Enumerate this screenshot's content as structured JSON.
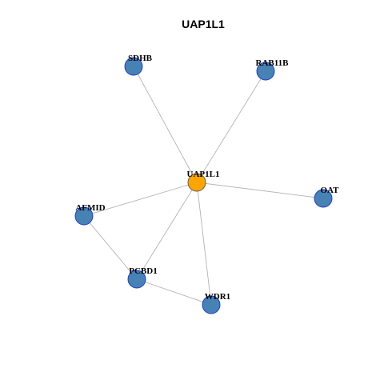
{
  "title": "UAP1L1",
  "colors": {
    "hub_fill": "#FFA500",
    "node_fill": "#4682B4",
    "node_stroke_hub": "#555555",
    "node_stroke": "#1a33cc",
    "edge": "#b3b3b3",
    "background": "#ffffff"
  },
  "nodes": [
    {
      "id": "UAP1L1",
      "label": "UAP1L1",
      "hub": true
    },
    {
      "id": "SDHB",
      "label": "SDHB",
      "hub": false
    },
    {
      "id": "RAB11B",
      "label": "RAB11B",
      "hub": false
    },
    {
      "id": "OAT",
      "label": "OAT",
      "hub": false
    },
    {
      "id": "AFMID",
      "label": "AFMID",
      "hub": false
    },
    {
      "id": "PCBD1",
      "label": "PCBD1",
      "hub": false
    },
    {
      "id": "WDR1",
      "label": "WDR1",
      "hub": false
    }
  ],
  "edges": [
    [
      "UAP1L1",
      "SDHB"
    ],
    [
      "UAP1L1",
      "RAB11B"
    ],
    [
      "UAP1L1",
      "OAT"
    ],
    [
      "UAP1L1",
      "AFMID"
    ],
    [
      "UAP1L1",
      "PCBD1"
    ],
    [
      "UAP1L1",
      "WDR1"
    ],
    [
      "AFMID",
      "PCBD1"
    ],
    [
      "PCBD1",
      "WDR1"
    ]
  ]
}
